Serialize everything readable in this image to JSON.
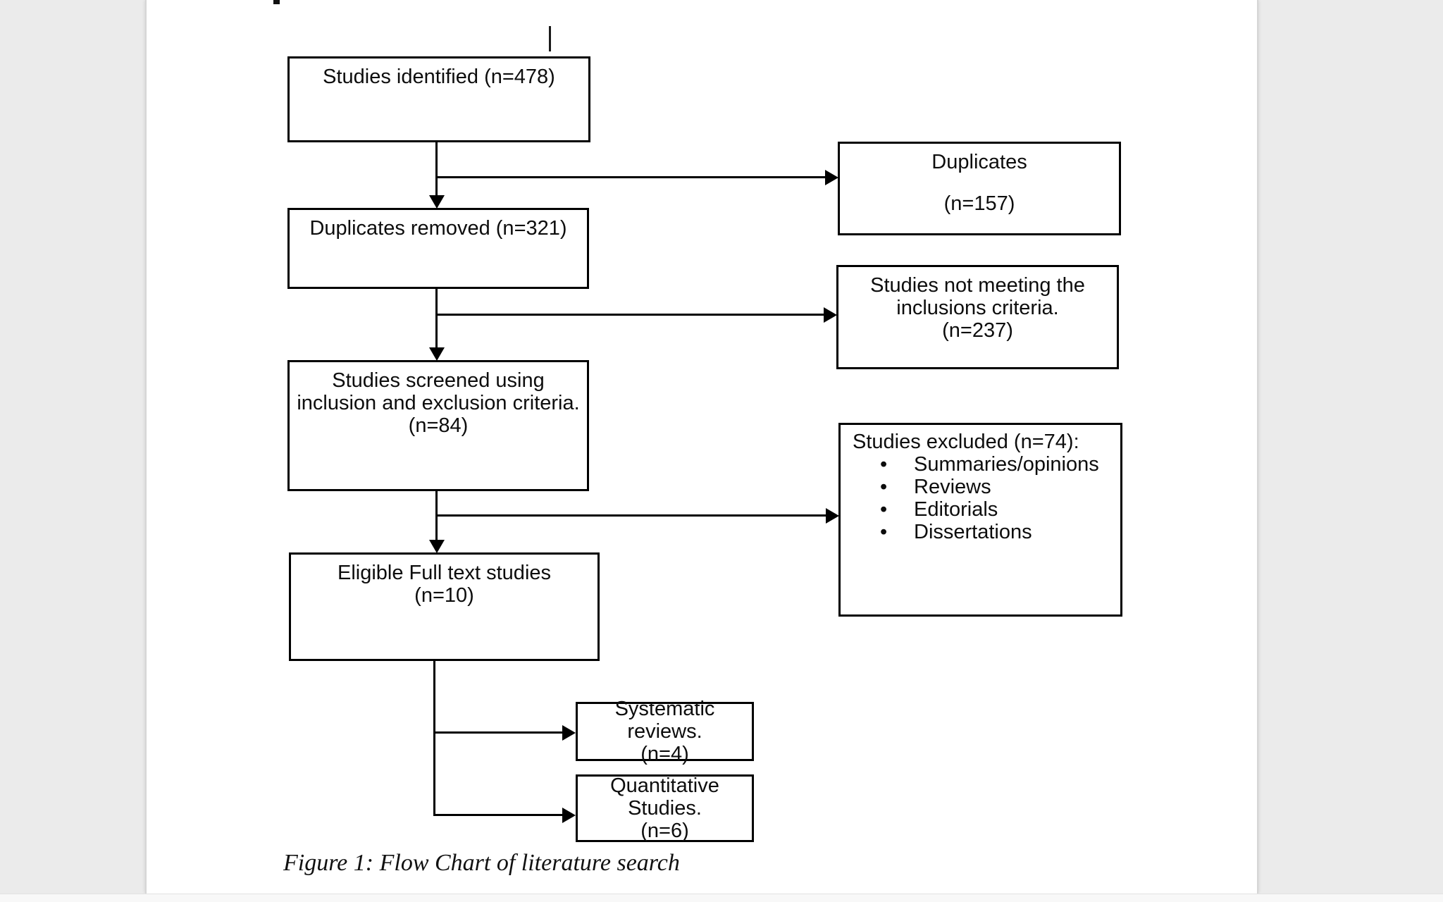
{
  "colors": {
    "box_border": "#000000",
    "page_background": "#ffffff",
    "workspace_background": "#ebebeb"
  },
  "fc": {
    "identified": {
      "line1": "Studies identified (n=478)"
    },
    "duplicates": {
      "line1": "Duplicates",
      "line2": "(n=157)"
    },
    "removed": {
      "line1": "Duplicates removed (n=321)"
    },
    "not_meeting": {
      "line1": "Studies not meeting the",
      "line2": "inclusions criteria.",
      "line3": "(n=237)"
    },
    "screened": {
      "line1": "Studies screened using",
      "line2": "inclusion and exclusion criteria.",
      "line3": "(n=84)"
    },
    "excluded": {
      "title": "Studies excluded (n=74):",
      "bullet_char": "•",
      "items": [
        "Summaries/opinions",
        "Reviews",
        "Editorials",
        "Dissertations"
      ]
    },
    "eligible": {
      "line1": "Eligible Full text studies",
      "line2": "(n=10)"
    },
    "systematic": {
      "line1": "Systematic reviews.",
      "line2": "(n=4)"
    },
    "quantitative": {
      "line1": "Quantitative Studies.",
      "line2": "(n=6)"
    },
    "caption": "Figure 1: Flow Chart of literature search"
  }
}
